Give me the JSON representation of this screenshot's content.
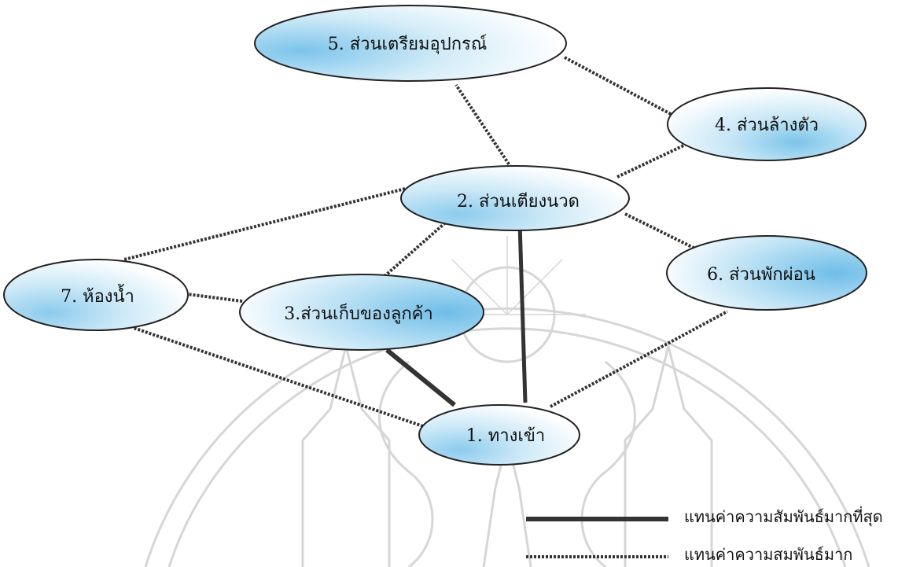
{
  "nodes": [
    {
      "id": "1",
      "label": "1. ทางเข้า"
    },
    {
      "id": "2",
      "label": "2. ส่วนเตียงนวด"
    },
    {
      "id": "3",
      "label": "3.ส่วนเก็บของลูกค้า"
    },
    {
      "id": "4",
      "label": "4. ส่วนล้างตัว"
    },
    {
      "id": "5",
      "label": "5. ส่วนเตรียมอุปกรณ์"
    },
    {
      "id": "6",
      "label": "6. ส่วนพักผ่อน"
    },
    {
      "id": "7",
      "label": "7. ห้องน้ำ"
    }
  ],
  "edges": [
    {
      "from": "1",
      "to": "2",
      "relation": "strongest"
    },
    {
      "from": "1",
      "to": "3",
      "relation": "strongest"
    },
    {
      "from": "1",
      "to": "6",
      "relation": "strong"
    },
    {
      "from": "1",
      "to": "7",
      "relation": "strong"
    },
    {
      "from": "2",
      "to": "3",
      "relation": "strong"
    },
    {
      "from": "2",
      "to": "4",
      "relation": "strong"
    },
    {
      "from": "2",
      "to": "5",
      "relation": "strong"
    },
    {
      "from": "2",
      "to": "6",
      "relation": "strong"
    },
    {
      "from": "2",
      "to": "7",
      "relation": "strong"
    },
    {
      "from": "3",
      "to": "7",
      "relation": "strong"
    },
    {
      "from": "4",
      "to": "5",
      "relation": "strong"
    }
  ],
  "legend": {
    "strongest": "แทนค่าความสัมพันธ์มากที่สุด",
    "strong": "แทนค่าความสมพันธ์มาก"
  },
  "colors": {
    "fill_light": "#ffffff",
    "fill_blue": "#7cc4ea",
    "stroke": "#222222",
    "watermark": "#d4d4d4"
  }
}
